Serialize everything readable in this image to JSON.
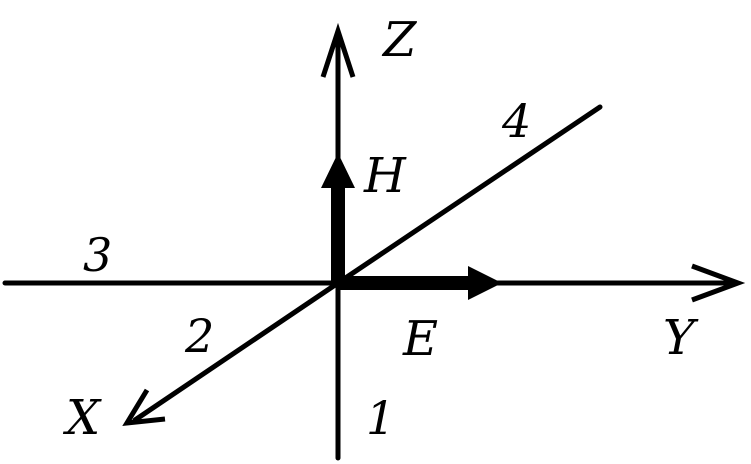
{
  "axes": {
    "z": {
      "label": "Z"
    },
    "y": {
      "label": "Y"
    },
    "x": {
      "label": "X"
    }
  },
  "vectors": {
    "h": {
      "label": "H"
    },
    "e": {
      "label": "E"
    }
  },
  "regions": {
    "r1": {
      "label": "1"
    },
    "r2": {
      "label": "2"
    },
    "r3": {
      "label": "3"
    },
    "r4": {
      "label": "4"
    }
  }
}
